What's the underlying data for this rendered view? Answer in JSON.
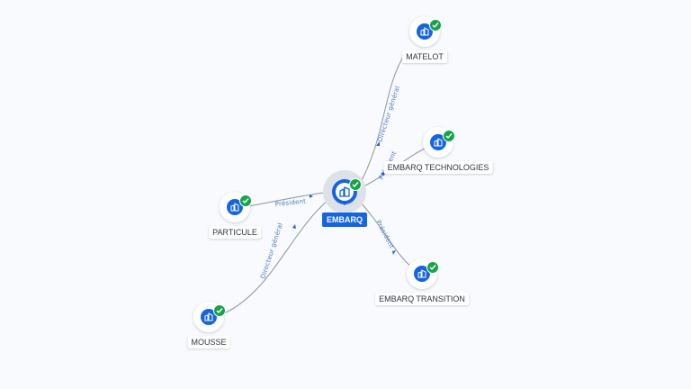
{
  "graph": {
    "center": {
      "name": "EMBARQ",
      "icon": "building-icon",
      "status_icon": "check-icon"
    },
    "nodes": [
      {
        "id": "matelot",
        "name": "MATELOT",
        "icon": "building-icon",
        "status_icon": "check-icon"
      },
      {
        "id": "embarq-technologies",
        "name": "EMBARQ TECHNOLOGIES",
        "icon": "building-icon",
        "status_icon": "check-icon"
      },
      {
        "id": "embarq-transition",
        "name": "EMBARQ TRANSITION",
        "icon": "building-icon",
        "status_icon": "check-icon"
      },
      {
        "id": "particule",
        "name": "PARTICULE",
        "icon": "building-icon",
        "status_icon": "check-icon"
      },
      {
        "id": "mousse",
        "name": "MOUSSE",
        "icon": "building-icon",
        "status_icon": "check-icon"
      }
    ],
    "edges": [
      {
        "to": "matelot",
        "label": "Directeur général"
      },
      {
        "to": "embarq-technologies",
        "label": "Président"
      },
      {
        "to": "embarq-transition",
        "label": "Président"
      },
      {
        "to": "particule",
        "label": "Président"
      },
      {
        "to": "mousse",
        "label": "Directeur général"
      }
    ]
  },
  "colors": {
    "accent": "#1764e0",
    "verified": "#16a34a",
    "edge": "#8c949e",
    "edge_label": "#4a78c8",
    "background": "#f8fafd"
  }
}
